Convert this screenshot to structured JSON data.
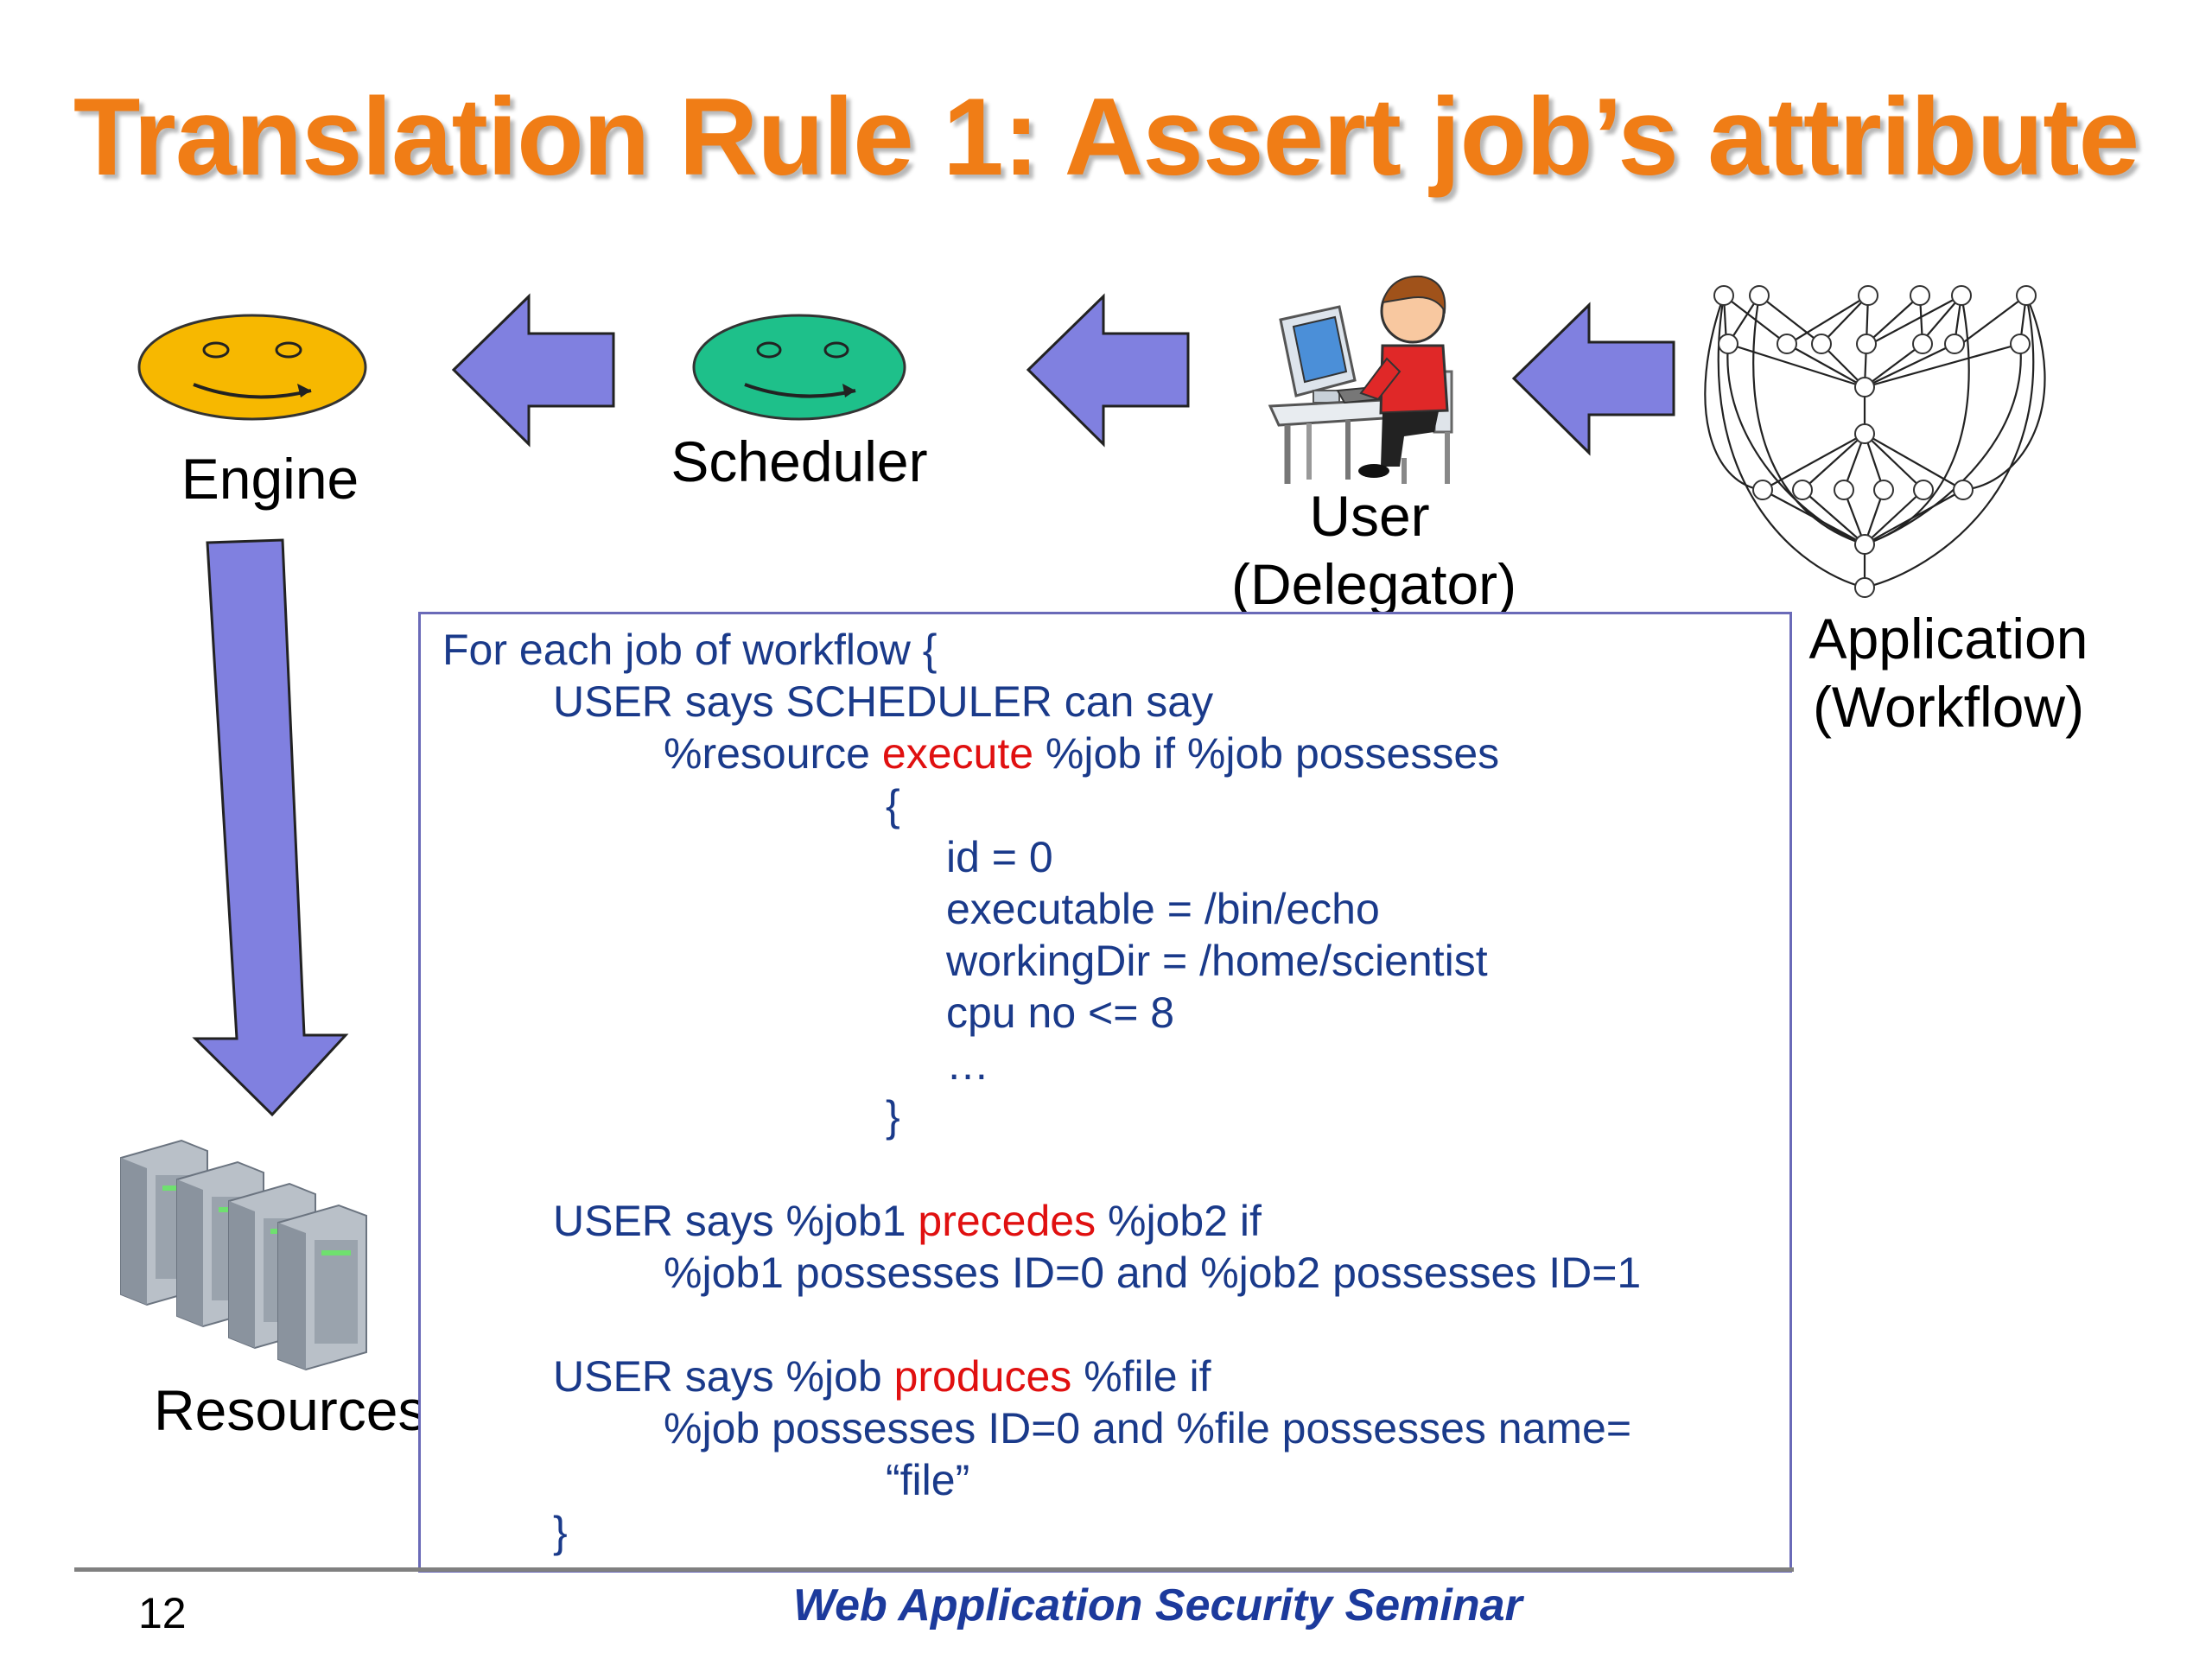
{
  "slide": {
    "title": "Translation Rule 1: Assert job’s attribute",
    "labels": {
      "engine": "Engine",
      "scheduler": "Scheduler",
      "user_line1": "User",
      "user_line2": "(Delegator)",
      "application_line1": "Application",
      "application_line2": "(Workflow)",
      "resources": "Resources"
    },
    "icons": {
      "engine": "smiley-face-icon",
      "scheduler": "smiley-face-icon",
      "user": "user-at-computer-icon",
      "application": "workflow-graph-icon",
      "resources": "server-racks-icon",
      "arrows": "left-arrow-icon"
    },
    "colors": {
      "title": "#f07d16",
      "engine_face": "#f7b800",
      "scheduler_face": "#1ec08a",
      "arrow": "#8080e0",
      "code_blue": "#1a3a8a",
      "code_red": "#e01010"
    },
    "code": {
      "l1": "For each job of workflow {",
      "l2": "USER says SCHEDULER can say",
      "l3a": "%resource ",
      "l3b": "execute",
      "l3c": " %job if %job possesses",
      "l4": "{",
      "l5": "id = 0",
      "l6": "executable = /bin/echo",
      "l7": "workingDir = /home/scientist",
      "l8": "cpu no <= 8",
      "l9": "…",
      "l10": "}",
      "l11a": "USER says %job1 ",
      "l11b": "precedes",
      "l11c": " %job2 if",
      "l12": "%job1 possesses ID=0 and %job2 possesses ID=1",
      "l13a": "USER says %job ",
      "l13b": "produces",
      "l13c": " %file if",
      "l14": "%job possesses ID=0 and %file possesses name=",
      "l15": "“file”",
      "l16": "}"
    },
    "footer": {
      "page_number": "12",
      "seminar": "Web Application Security Seminar"
    }
  }
}
